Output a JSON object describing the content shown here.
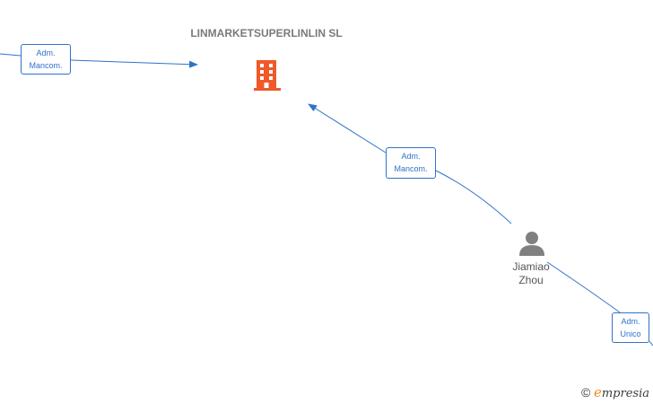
{
  "company": {
    "name": "LINMARKETSUPERLINLIN SL",
    "icon": "building-icon",
    "icon_color": "#f0592a"
  },
  "person": {
    "name_line1": "Jiamiao",
    "name_line2": "Zhou",
    "icon": "person-icon",
    "icon_color": "#808080"
  },
  "roles": [
    {
      "line1": "Adm.",
      "line2": "Mancom."
    },
    {
      "line1": "Adm.",
      "line2": "Mancom."
    },
    {
      "line1": "Adm.",
      "line2": "Unico"
    }
  ],
  "brand": {
    "copyright": "©",
    "logo_letter": "e",
    "logo_rest": "mpresia"
  },
  "colors": {
    "edge": "#2f73c9",
    "text": "#7a7a7a"
  }
}
